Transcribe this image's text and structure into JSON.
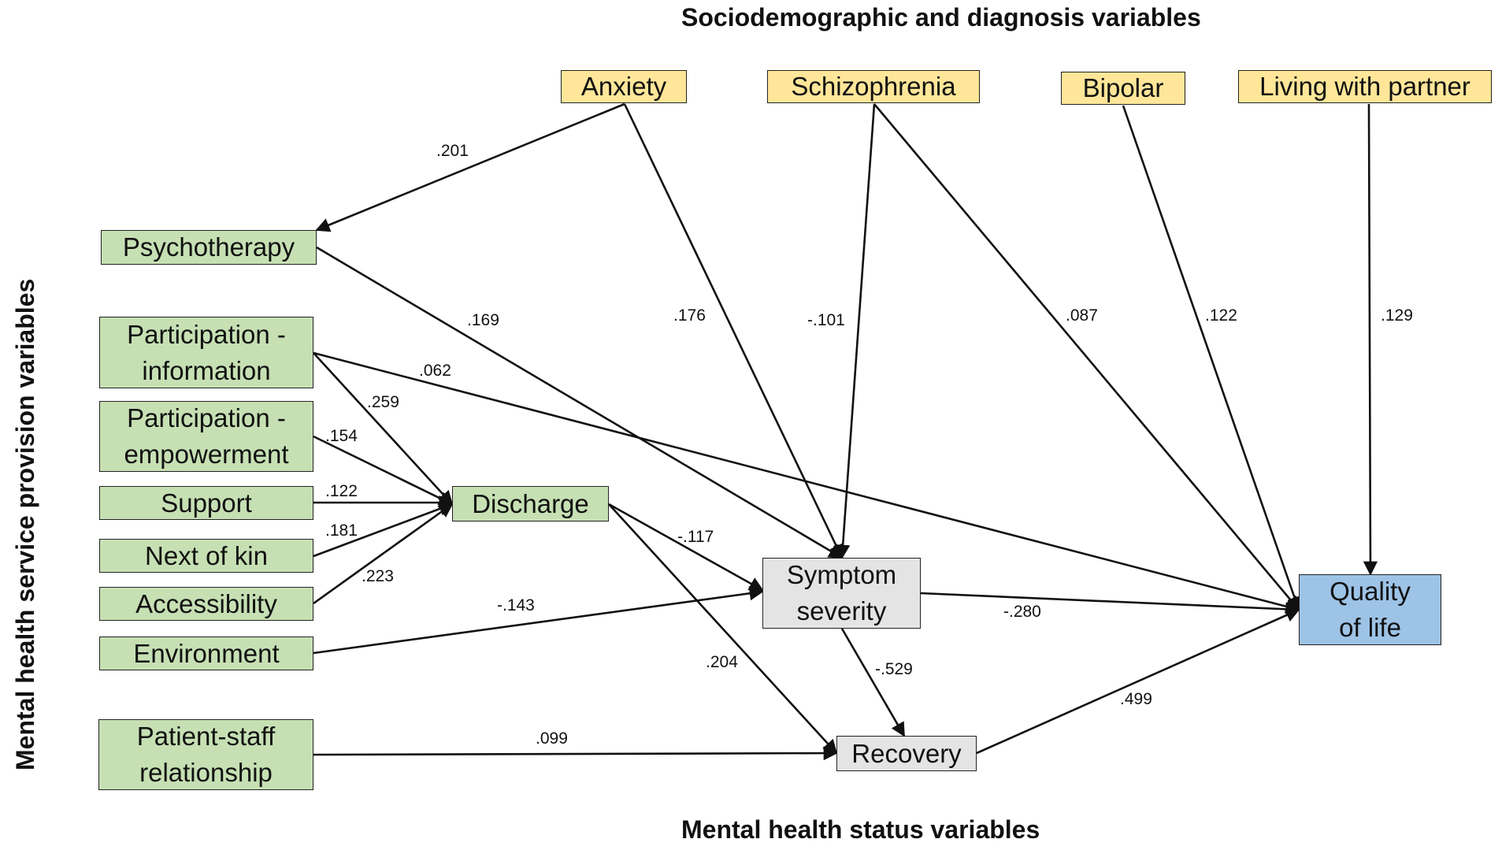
{
  "titles": {
    "top": "Sociodemographic and diagnosis variables",
    "bottom": "Mental health status variables",
    "left": "Mental health service provision variables"
  },
  "nodes": {
    "anxiety": "Anxiety",
    "schizophrenia": "Schizophrenia",
    "bipolar": "Bipolar",
    "living_with_partner": "Living with partner",
    "psychotherapy": "Psychotherapy",
    "participation_information": "Participation -\ninformation",
    "participation_empowerment": "Participation -\nempowerment",
    "support": "Support",
    "next_of_kin": "Next of kin",
    "accessibility": "Accessibility",
    "environment": "Environment",
    "patient_staff_relationship": "Patient-staff\nrelationship",
    "discharge": "Discharge",
    "symptom_severity": "Symptom\nseverity",
    "recovery": "Recovery",
    "quality_of_life": "Quality\nof life"
  },
  "edges": [
    {
      "id": "anx-psy",
      "from": "anxiety",
      "to": "psychotherapy",
      "label": ".201"
    },
    {
      "id": "anx-sym",
      "from": "anxiety",
      "to": "symptom_severity",
      "label": ".176"
    },
    {
      "id": "sch-sym",
      "from": "schizophrenia",
      "to": "symptom_severity",
      "label": "-.101"
    },
    {
      "id": "sch-qol",
      "from": "schizophrenia",
      "to": "quality_of_life",
      "label": ".087"
    },
    {
      "id": "bip-qol",
      "from": "bipolar",
      "to": "quality_of_life",
      "label": ".122"
    },
    {
      "id": "liv-qol",
      "from": "living_with_partner",
      "to": "quality_of_life",
      "label": ".129"
    },
    {
      "id": "psy-sym",
      "from": "psychotherapy",
      "to": "symptom_severity",
      "label": ".169"
    },
    {
      "id": "pinf-qol",
      "from": "participation_information",
      "to": "quality_of_life",
      "label": ".062"
    },
    {
      "id": "pinf-dis",
      "from": "participation_information",
      "to": "discharge",
      "label": ".259"
    },
    {
      "id": "pemp-dis",
      "from": "participation_empowerment",
      "to": "discharge",
      "label": ".154"
    },
    {
      "id": "sup-dis",
      "from": "support",
      "to": "discharge",
      "label": ".122"
    },
    {
      "id": "kin-dis",
      "from": "next_of_kin",
      "to": "discharge",
      "label": ".181"
    },
    {
      "id": "acc-dis",
      "from": "accessibility",
      "to": "discharge",
      "label": ".223"
    },
    {
      "id": "dis-sym",
      "from": "discharge",
      "to": "symptom_severity",
      "label": "-.117"
    },
    {
      "id": "dis-rec",
      "from": "discharge",
      "to": "recovery",
      "label": ".204"
    },
    {
      "id": "env-sym",
      "from": "environment",
      "to": "symptom_severity",
      "label": "-.143"
    },
    {
      "id": "sym-qol",
      "from": "symptom_severity",
      "to": "quality_of_life",
      "label": "-.280"
    },
    {
      "id": "sym-rec",
      "from": "symptom_severity",
      "to": "recovery",
      "label": "-.529"
    },
    {
      "id": "pst-rec",
      "from": "patient_staff_relationship",
      "to": "recovery",
      "label": ".099"
    },
    {
      "id": "rec-qol",
      "from": "recovery",
      "to": "quality_of_life",
      "label": ".499"
    }
  ]
}
